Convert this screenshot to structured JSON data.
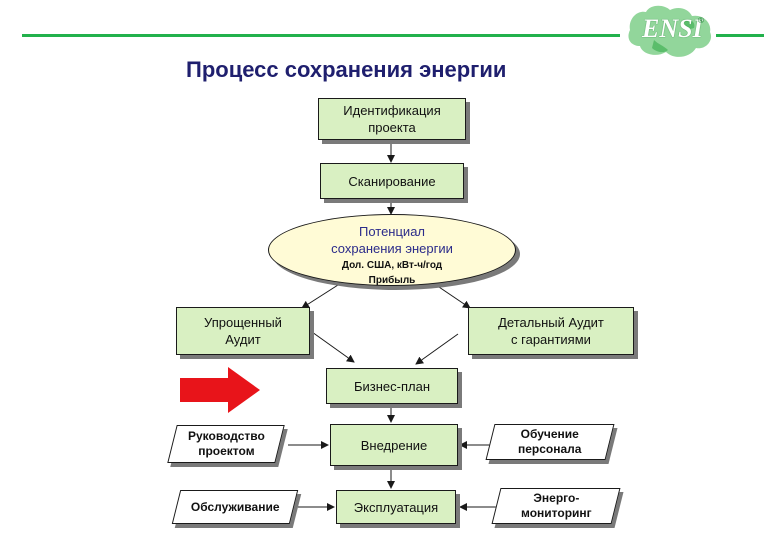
{
  "brand": {
    "logo_text": "ENSI",
    "logo_mark": "®",
    "accent_color": "#22b14c"
  },
  "title": "Процесс сохранения энергии",
  "nodes": {
    "identification": [
      "Идентификация",
      "проекта"
    ],
    "scanning": "Сканирование",
    "potential": {
      "line1": "Потенциал",
      "line2": "сохранения энергии",
      "line3": "Дол. США, кВт-ч/год",
      "line4": "Прибыль"
    },
    "simplified_audit": [
      "Упрощенный",
      "Аудит"
    ],
    "detailed_audit": [
      "Детальный Аудит",
      "с гарантиями"
    ],
    "business_plan": "Бизнес-план",
    "implementation": "Внедрение",
    "operation": "Эксплуатация",
    "project_management": [
      "Руководство",
      "проектом"
    ],
    "maintenance": "Обслуживание",
    "staff_training": [
      "Обучение",
      "персонала"
    ],
    "energy_monitoring": [
      "Энерго-",
      "мониторинг"
    ]
  },
  "colors": {
    "box_fill": "#d9f0c2",
    "ellipse_fill": "#fffbd6",
    "title_color": "#1f1f6e",
    "pointer_arrow": "#e8141a"
  }
}
